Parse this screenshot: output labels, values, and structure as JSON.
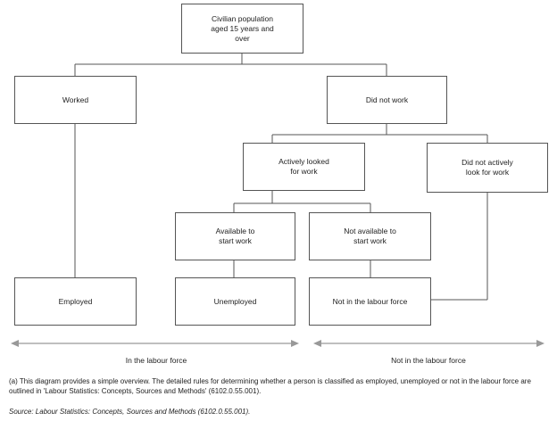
{
  "nodes": {
    "civilian": "Civilian population\naged 15 years and\nover",
    "worked": "Worked",
    "did_not_work": "Did not work",
    "actively_looked": "Actively looked\nfor work",
    "did_not_actively": "Did not actively\nlook for work",
    "available": "Available to\nstart work",
    "not_available": "Not available to\nstart work",
    "employed": "Employed",
    "unemployed": "Unemployed",
    "not_in_lf": "Not in the labour force"
  },
  "ranges": {
    "in_lf": "In the labour force",
    "not_in_lf": "Not in the labour force"
  },
  "colors": {
    "line": "#555555",
    "arrow": "#999999"
  },
  "note": "(a) This diagram provides a simple overview. The detailed rules for determining whether a person is classified as employed, unemployed or not in the labour force are outlined in 'Labour Statistics: Concepts, Sources and Methods' (6102.0.55.001).",
  "source": "Source: Labour Statistics: Concepts, Sources and Methods (6102.0.55.001)."
}
